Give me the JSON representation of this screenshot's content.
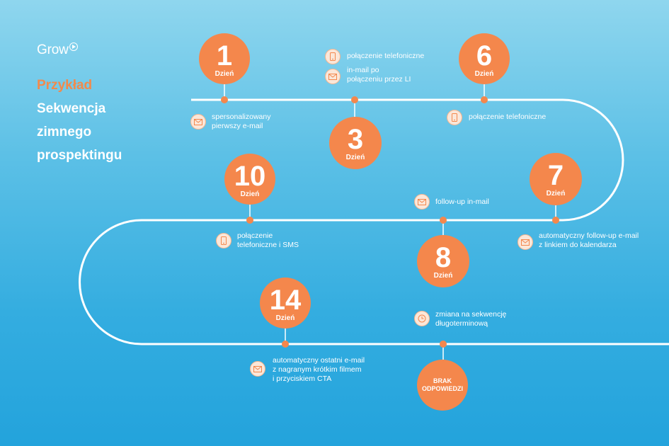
{
  "brand": {
    "logo_text": "Grow"
  },
  "title": {
    "accent": "Przykład",
    "lines": [
      "Sekwencja",
      "zimnego",
      "prospektingu"
    ]
  },
  "day_label": "Dzień",
  "steps": [
    {
      "day": "1",
      "icon": "mail-icon",
      "lines": [
        "spersonalizowany",
        "pierwszy e-mail"
      ]
    },
    {
      "day": "3",
      "items": [
        {
          "icon": "phone-icon",
          "lines": [
            "połączenie telefoniczne"
          ]
        },
        {
          "icon": "mail-icon",
          "lines": [
            "in-mail po",
            "połączeniu przez LI"
          ]
        }
      ]
    },
    {
      "day": "6",
      "icon": "phone-icon",
      "lines": [
        "połączenie telefoniczne"
      ]
    },
    {
      "day": "7",
      "icon": "mail-icon",
      "lines": [
        "automatyczny follow-up e-mail",
        "z linkiem do kalendarza"
      ]
    },
    {
      "day": "8",
      "icon": "mail-icon",
      "lines": [
        "follow-up in-mail"
      ]
    },
    {
      "day": "10",
      "icon": "phone-icon",
      "lines": [
        "połączenie",
        "telefoniczne i SMS"
      ]
    },
    {
      "day": "14",
      "icon": "mail-icon",
      "lines": [
        "automatyczny ostatni e-mail",
        "z nagranym krótkim filmem",
        "i przyciskiem CTA"
      ]
    }
  ],
  "final": {
    "lines": [
      "BRAK",
      "ODPOWIEDZI"
    ],
    "icon": "clock-icon",
    "note_lines": [
      "zmiana na sekwencję",
      "długoterminową"
    ]
  },
  "colors": {
    "accent": "#f4874c",
    "track": "#ffffff",
    "bg_top": "#8fd6ee",
    "bg_bottom": "#23a3dc"
  }
}
